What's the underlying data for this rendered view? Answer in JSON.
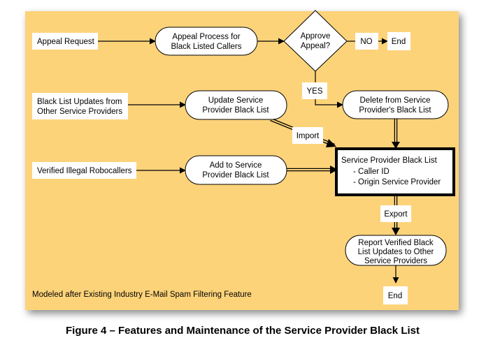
{
  "nodes": {
    "appeal_request": "Appeal Request",
    "appeal_process_line1": "Appeal Process for",
    "appeal_process_line2": "Black Listed Callers",
    "approve_line1": "Approve",
    "approve_line2": "Appeal?",
    "no": "NO",
    "end_top": "End",
    "yes": "YES",
    "updates_line1": "Black List Updates from",
    "updates_line2": "Other Service Providers",
    "update_sp_line1": "Update Service",
    "update_sp_line2": "Provider Black List",
    "delete_line1": "Delete from Service",
    "delete_line2": "Provider's Black List",
    "import": "Import",
    "verified": "Verified Illegal Robocallers",
    "add_line1": "Add to Service",
    "add_line2": "Provider Black List",
    "blacklist_title": "Service Provider Black List",
    "blacklist_item1": "- Caller ID",
    "blacklist_item2": "- Origin Service Provider",
    "export": "Export",
    "report_line1": "Report Verified Black",
    "report_line2": "List Updates to Other",
    "report_line3": "Service Providers",
    "end_bottom": "End"
  },
  "footnote": "Modeled after Existing Industry E-Mail Spam Filtering Feature",
  "caption": "Figure 4 – Features and Maintenance of the Service Provider Black List",
  "colors": {
    "panel": "#fdd37a",
    "box": "#ffffff",
    "line": "#000000"
  }
}
